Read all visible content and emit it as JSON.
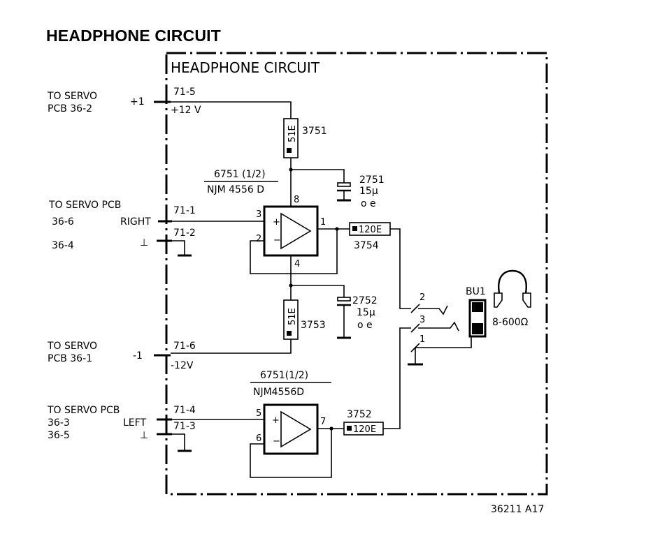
{
  "title": "HEADPHONE CIRCUIT",
  "box_title": "HEADPHONE CIRCUIT",
  "drawing_number": "36211 A17",
  "connections": {
    "plus_src_line1": "TO SERVO",
    "plus_src_line2": "PCB 36-2",
    "plus_label": "+1",
    "plus_pin": "71-5",
    "plus_voltage": "+12 V",
    "right_src_line1": "TO SERVO PCB",
    "right_ref_a": "36-6",
    "right_label": "RIGHT",
    "right_pin": "71-1",
    "right_ref_b": "36-4",
    "right_gnd_pin": "71-2",
    "ground_symbol": "⊥",
    "minus_src_line1": "TO SERVO",
    "minus_src_line2": "PCB 36-1",
    "minus_label": "-1",
    "minus_pin": "71-6",
    "minus_voltage": "-12V",
    "left_src_line1": "TO SERVO PCB",
    "left_ref_a": "36-3",
    "left_label": "LEFT",
    "left_pin": "71-4",
    "left_ref_b": "36-5",
    "left_gnd_pin": "71-3"
  },
  "components": {
    "r3751": {
      "ref": "3751",
      "value": "51E"
    },
    "r3753": {
      "ref": "3753",
      "value": "51E"
    },
    "r3754": {
      "ref": "3754",
      "value": "120E"
    },
    "r3752": {
      "ref": "3752",
      "value": "120E"
    },
    "c2751": {
      "ref": "2751",
      "value": "15µ",
      "note": "o e"
    },
    "c2752": {
      "ref": "2752",
      "value": "15µ",
      "note": "o e"
    },
    "ic_top": {
      "ref": "6751 (1/2)",
      "part": "NJM 4556 D",
      "pin_in_plus": "3",
      "pin_in_minus": "2",
      "pin_out": "1",
      "pin_vcc": "8",
      "pin_vee": "4"
    },
    "ic_bottom": {
      "ref": "6751(1/2)",
      "part": "NJM4556D",
      "pin_in_plus": "5",
      "pin_in_minus": "6",
      "pin_out": "7"
    },
    "jack": {
      "ref": "BU1",
      "impedance": "8-600Ω",
      "pin_right": "2",
      "pin_left": "3",
      "pin_gnd": "1"
    }
  },
  "symbols": {
    "plus": "+",
    "minus": "−"
  },
  "icons": [
    "headphone-icon",
    "ground-icon",
    "jack-icon",
    "opamp-icon",
    "resistor-icon",
    "capacitor-icon"
  ]
}
